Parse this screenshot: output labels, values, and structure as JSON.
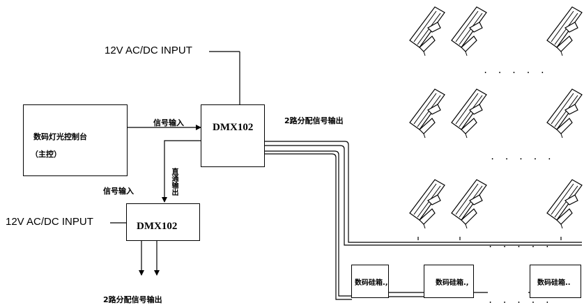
{
  "power_top_label": "12V AC/DC INPUT",
  "power_bottom_label": "12V AC/DC INPUT",
  "console": {
    "line1": "数码灯光控制台",
    "line2": "（主控）"
  },
  "signal_in_top": "信号输入",
  "signal_in_bottom": "信号输入",
  "dmx_main": "DMX102",
  "dmx_sub": "DMX102",
  "out_top": "2路分配信号输出",
  "out_bottom": "2路分配信号输出",
  "thru_out": "直通输出",
  "dimmer_label": "数码硅箱",
  "dimmers": [
    {
      "label": "数码硅箱.,"
    },
    {
      "label": "数码硅箱.,"
    },
    {
      "label": "数码硅箱.."
    }
  ],
  "ellipsis": ". . . . .",
  "rows": [
    {
      "ellipsis": ". . . . ."
    },
    {
      "ellipsis": ". . . . ."
    },
    {
      "ellipsis": ". . . . ."
    },
    {
      "ellipsis": ". . . . ."
    }
  ]
}
